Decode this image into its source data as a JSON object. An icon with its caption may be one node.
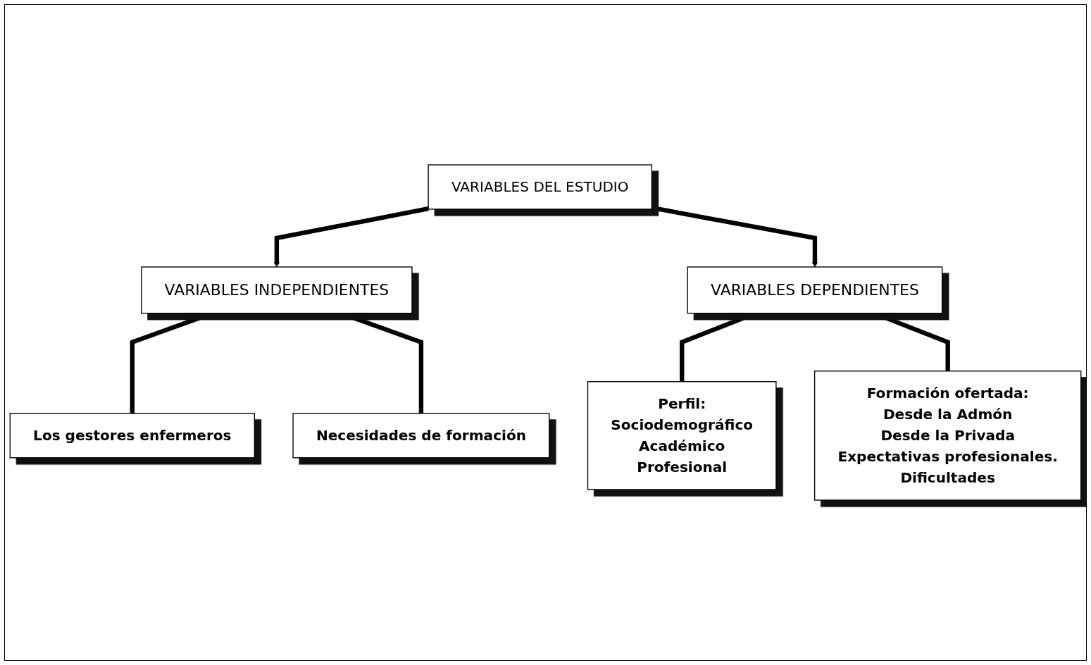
{
  "diagram": {
    "nodes": [
      {
        "text": [
          "VARIABLES DEL ESTUDIO"
        ]
      },
      {
        "text": [
          "VARIABLES INDEPENDIENTES"
        ]
      },
      {
        "text": [
          "VARIABLES DEPENDIENTES"
        ]
      },
      {
        "text": [
          "Los gestores enfermeros"
        ]
      },
      {
        "text": [
          "Necesidades de formación"
        ]
      },
      {
        "text": [
          "Perfil:",
          "Sociodemográfico",
          "Académico",
          "Profesional"
        ]
      },
      {
        "text": [
          "Formación ofertada:",
          "Desde la Admón",
          "Desde la Privada",
          "Expectativas profesionales.",
          "Dificultades"
        ]
      }
    ],
    "edges": [
      {
        "from": 0,
        "to": 1,
        "arrow": "to"
      },
      {
        "from": 0,
        "to": 2,
        "arrow": "to"
      },
      {
        "from": 1,
        "to": 3,
        "arrow": "none"
      },
      {
        "from": 1,
        "to": 4,
        "arrow": "none"
      },
      {
        "from": 2,
        "to": 5,
        "arrow": "none"
      },
      {
        "from": 2,
        "to": 6,
        "arrow": "none"
      }
    ]
  }
}
